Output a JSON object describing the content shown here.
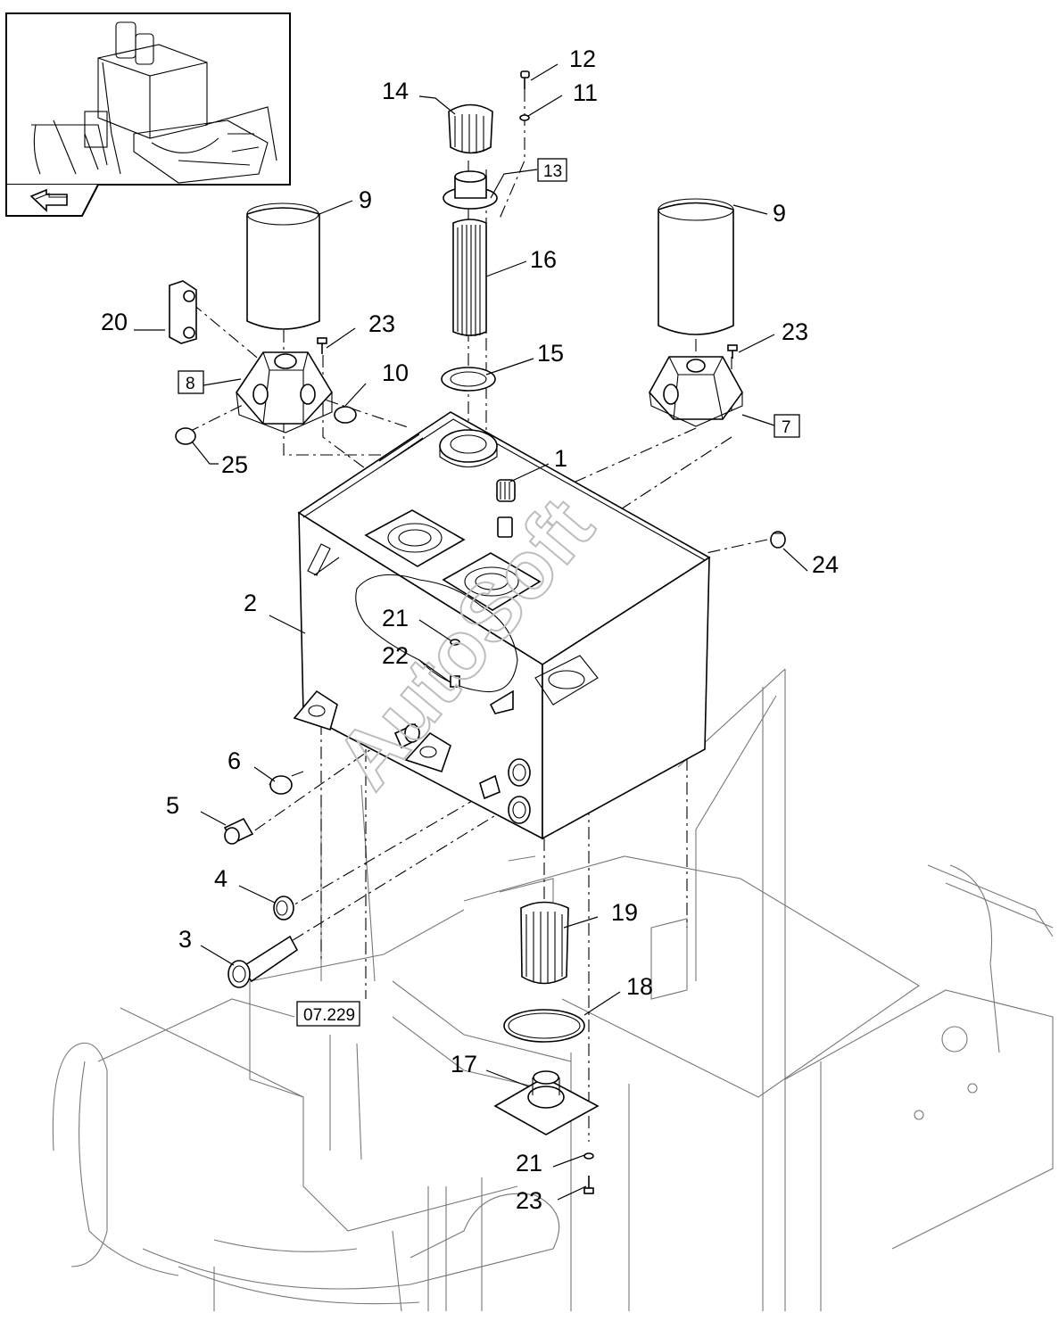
{
  "inset": {
    "nav_icon": "arrow-back-icon"
  },
  "reference_label": "07.229",
  "watermark": "AutoSoft",
  "callouts": {
    "c1": "1",
    "c2": "2",
    "c3": "3",
    "c4": "4",
    "c5": "5",
    "c6": "6",
    "c7": "7",
    "c8": "8",
    "c9a": "9",
    "c9b": "9",
    "c10": "10",
    "c11": "11",
    "c12": "12",
    "c13": "13",
    "c14": "14",
    "c15": "15",
    "c16": "16",
    "c17": "17",
    "c18": "18",
    "c19": "19",
    "c20": "20",
    "c21a": "21",
    "c21b": "21",
    "c22": "22",
    "c23a": "23",
    "c23b": "23",
    "c23c": "23",
    "c24": "24",
    "c25": "25"
  }
}
